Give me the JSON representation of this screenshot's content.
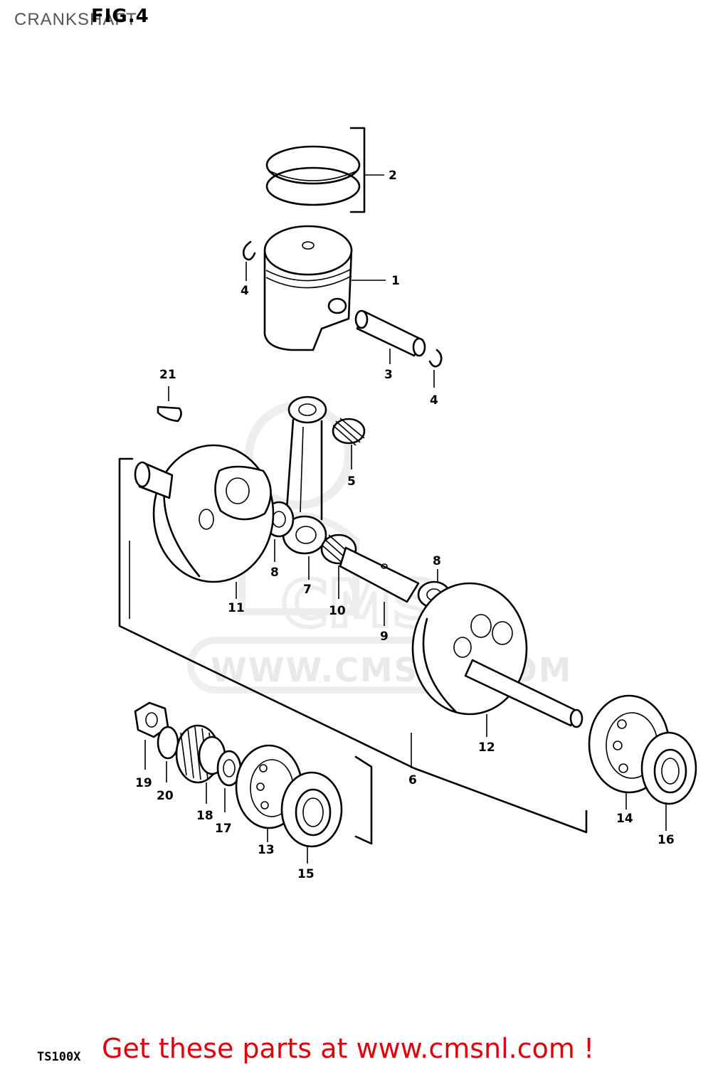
{
  "header": {
    "title": "CRANKSHAFT",
    "figure": "FIG.4"
  },
  "footer": {
    "model": "TS100X",
    "promo": "Get these parts at www.cmsnl.com !"
  },
  "watermark": {
    "text": "WWW.CMSNL.COM"
  },
  "callouts": {
    "c1": "1",
    "c2": "2",
    "c3": "3",
    "c4a": "4",
    "c4b": "4",
    "c5": "5",
    "c6": "6",
    "c7": "7",
    "c8a": "8",
    "c8b": "8",
    "c9": "9",
    "c10": "10",
    "c11": "11",
    "c12": "12",
    "c13": "13",
    "c14": "14",
    "c15": "15",
    "c16": "16",
    "c17": "17",
    "c18": "18",
    "c19": "19",
    "c20": "20",
    "c21": "21"
  },
  "colors": {
    "promo": "#e0000a",
    "title": "#555555",
    "watermark": "#e9e9e9"
  }
}
